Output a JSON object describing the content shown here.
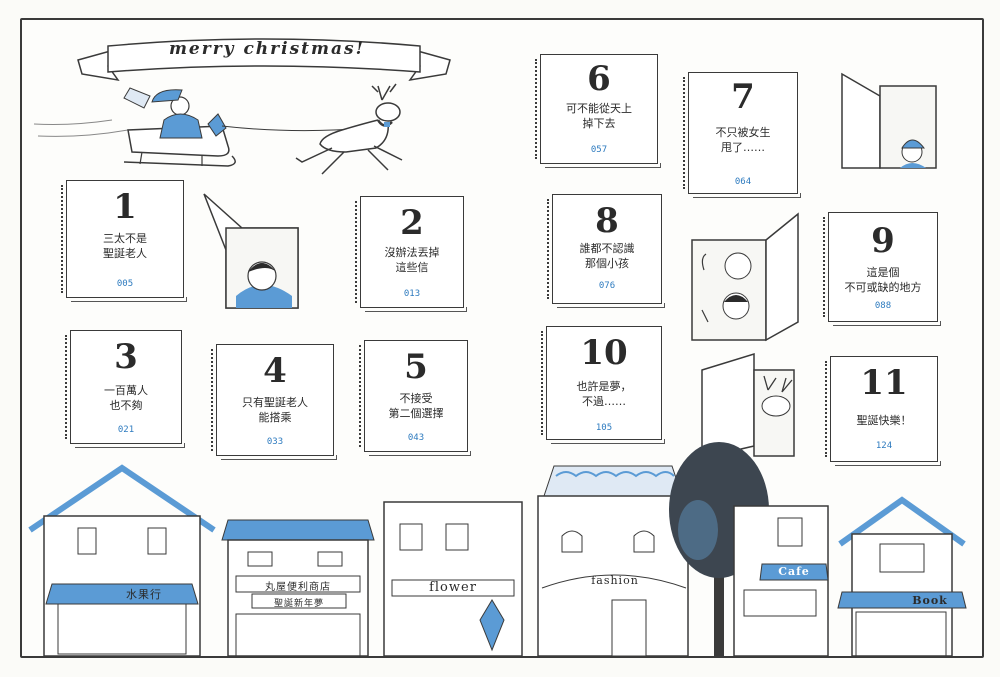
{
  "banner": {
    "text": "merry christmas!"
  },
  "cards": [
    {
      "num": "1",
      "title": "三太不是\n聖誕老人",
      "page": "005"
    },
    {
      "num": "2",
      "title": "沒辦法丟掉\n這些信",
      "page": "013"
    },
    {
      "num": "3",
      "title": "一百萬人\n也不夠",
      "page": "021"
    },
    {
      "num": "4",
      "title": "只有聖誕老人\n能搭乘",
      "page": "033"
    },
    {
      "num": "5",
      "title": "不接受\n第二個選擇",
      "page": "043"
    },
    {
      "num": "6",
      "title": "可不能從天上\n掉下去",
      "page": "057"
    },
    {
      "num": "7",
      "title": "不只被女生\n甩了……",
      "page": "064"
    },
    {
      "num": "8",
      "title": "誰都不認識\n那個小孩",
      "page": "076"
    },
    {
      "num": "9",
      "title": "這是個\n不可或缺的地方",
      "page": "088"
    },
    {
      "num": "10",
      "title": "也許是夢，\n不過……",
      "page": "105"
    },
    {
      "num": "11",
      "title": "聖誕快樂！",
      "page": "124"
    }
  ],
  "shops": {
    "fruit": "水果行",
    "convenience": "丸屋便利商店",
    "convenience_sub": "聖誕新年夢",
    "flower": "flower",
    "fashion": "fashion",
    "cafe": "Cafe",
    "book": "Book"
  },
  "colors": {
    "accent": "#5b9bd5",
    "line": "#3a3a3a",
    "page_number": "#2e7bbf"
  }
}
